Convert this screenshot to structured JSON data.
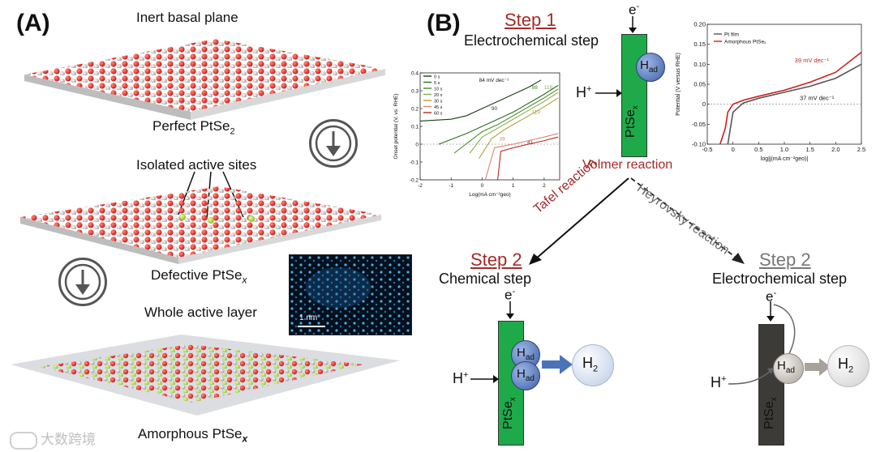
{
  "panelA": {
    "letter": "(A)",
    "inert_label": "Inert basal plane",
    "perfect_label": "Perfect PtSe",
    "perfect_sub": "2",
    "isolated_label": "Isolated active sites",
    "defective_label": "Defective PtSe",
    "defective_sub": "x",
    "whole_label": "Whole active layer",
    "amorphous_label": "Amorphous PtSe",
    "amorphous_sub": "x",
    "stem_scale": "1 nm"
  },
  "panelB": {
    "letter": "(B)",
    "step1": {
      "title": "Step 1",
      "subtitle": "Electrochemical step"
    },
    "volmer": "Volmer reaction",
    "tafel": "Tafel reaction",
    "heyrovsky": "Heyrovsky reaction",
    "step2_chem": {
      "title": "Step 2",
      "subtitle": "Chemical step"
    },
    "step2_elec": {
      "title": "Step 2",
      "subtitle": "Electrochemical step"
    },
    "electron": "e",
    "electron_sup": "-",
    "proton": "H",
    "proton_sup": "+",
    "had": "H",
    "had_sub": "ad",
    "h2": "H",
    "h2_sub": "2",
    "bar_label": "PtSe",
    "bar_sub": "x"
  },
  "colors": {
    "green_bar": "#1faa4a",
    "gray_bar": "#3d3b38",
    "red_title": "#a52a2a",
    "had_blue": "#4a73b8"
  },
  "watermark": "大数跨境",
  "chart_data": [
    {
      "type": "line",
      "xlabel": "Log(mA cm⁻²geo)",
      "ylabel": "Onset potential (V, vs. RHE)",
      "xlim": [
        -2,
        2.5
      ],
      "ylim": [
        -0.2,
        0.4
      ],
      "xticks": [
        "-2",
        "-1",
        "0",
        "1",
        "2"
      ],
      "yticks": [
        "-0.2",
        "-0.1",
        "0",
        "0.1",
        "0.2",
        "0.3",
        "0.4"
      ],
      "legend": [
        "0 s",
        "5 s",
        "10 s",
        "20 s",
        "30 s",
        "45 s",
        "60 s"
      ],
      "annotations": [
        "84 mV dec⁻¹",
        "90",
        "98",
        "115",
        "119",
        "39",
        "41"
      ],
      "series": [
        {
          "name": "0 s",
          "color": "#1d3d12",
          "x": [
            -2,
            -1,
            -0.5,
            0,
            0.5,
            1,
            1.5,
            1.9
          ],
          "y": [
            0.13,
            0.14,
            0.16,
            0.2,
            0.24,
            0.28,
            0.32,
            0.36
          ]
        },
        {
          "name": "5 s",
          "color": "#2f6a22",
          "x": [
            -1.4,
            -0.5,
            0,
            0.5,
            1,
            1.5,
            2,
            2.45
          ],
          "y": [
            0.0,
            0.06,
            0.1,
            0.14,
            0.18,
            0.23,
            0.28,
            0.33
          ]
        },
        {
          "name": "10 s",
          "color": "#4b8a2e",
          "x": [
            -0.9,
            -0.3,
            0,
            0.5,
            1,
            1.5,
            2,
            2.45
          ],
          "y": [
            -0.05,
            0.03,
            0.07,
            0.11,
            0.16,
            0.21,
            0.26,
            0.31
          ]
        },
        {
          "name": "20 s",
          "color": "#82b04a",
          "x": [
            -0.4,
            0,
            0.5,
            1,
            1.5,
            2,
            2.45
          ],
          "y": [
            -0.05,
            0.04,
            0.09,
            0.14,
            0.19,
            0.24,
            0.29
          ]
        },
        {
          "name": "30 s",
          "color": "#b8a03a",
          "x": [
            -0.1,
            0.3,
            0.7,
            1.1,
            1.5,
            2,
            2.45
          ],
          "y": [
            -0.08,
            0.03,
            0.08,
            0.12,
            0.16,
            0.21,
            0.26
          ]
        },
        {
          "name": "45 s",
          "color": "#d98474",
          "x": [
            0.1,
            0.4,
            1,
            1.5,
            2,
            2.45
          ],
          "y": [
            -0.2,
            -0.02,
            0.0,
            0.02,
            0.04,
            0.06
          ]
        },
        {
          "name": "60 s",
          "color": "#b02a20",
          "x": [
            0.5,
            0.6,
            1,
            1.5,
            2,
            2.45
          ],
          "y": [
            -0.2,
            -0.04,
            -0.02,
            0.0,
            0.02,
            0.04
          ]
        }
      ]
    },
    {
      "type": "line",
      "xlabel": "log|j(mA cm⁻²geo)|",
      "ylabel": "Potential (V versus RHE)",
      "xlim": [
        -0.5,
        2.5
      ],
      "ylim": [
        -0.1,
        0.2
      ],
      "xticks": [
        "-0.5",
        "0",
        "0.5",
        "1.0",
        "1.5",
        "2.0",
        "2.5"
      ],
      "yticks": [
        "-0.10",
        "-0.05",
        "0",
        "0.05",
        "0.10",
        "0.15",
        "0.20"
      ],
      "legend": [
        "Pt film",
        "Amorphous PtSeₓ"
      ],
      "annotations": [
        "39 mV dec⁻¹",
        "37 mV dec⁻¹"
      ],
      "series": [
        {
          "name": "Pt film",
          "color": "#555555",
          "x": [
            -0.1,
            0,
            0.2,
            0.5,
            1,
            1.5,
            2,
            2.5
          ],
          "y": [
            -0.1,
            -0.02,
            0.003,
            0.015,
            0.03,
            0.045,
            0.065,
            0.1
          ]
        },
        {
          "name": "Amorphous PtSeₓ",
          "color": "#cc1f1f",
          "x": [
            -0.25,
            -0.15,
            -0.1,
            0,
            0.2,
            0.5,
            1,
            1.5,
            2,
            2.5
          ],
          "y": [
            -0.1,
            -0.06,
            -0.02,
            0.0,
            0.01,
            0.02,
            0.035,
            0.055,
            0.08,
            0.13
          ]
        }
      ]
    }
  ]
}
